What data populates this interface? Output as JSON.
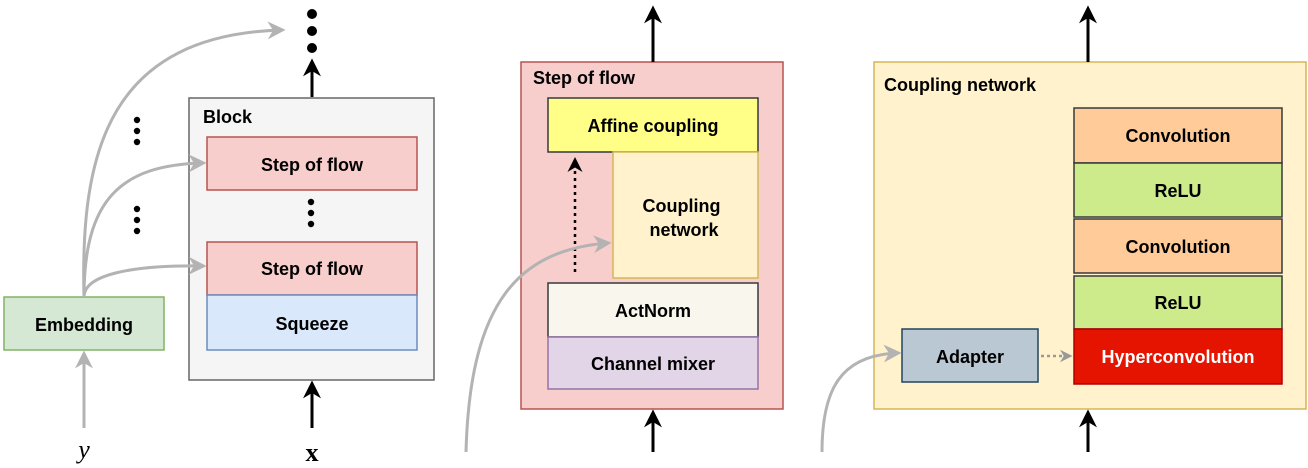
{
  "panel1": {
    "block_title": "Block",
    "step_of_flow_top": "Step of flow",
    "step_of_flow_bottom": "Step of flow",
    "squeeze": "Squeeze",
    "embedding": "Embedding",
    "input_y": "y",
    "input_x": "x"
  },
  "panel2": {
    "title": "Step of flow",
    "affine_coupling": "Affine coupling",
    "coupling_network": "Coupling network",
    "actnorm": "ActNorm",
    "channel_mixer": "Channel mixer"
  },
  "panel3": {
    "title": "Coupling network",
    "convolution_1": "Convolution",
    "relu_1": "ReLU",
    "convolution_2": "Convolution",
    "relu_2": "ReLU",
    "hyperconvolution": "Hyperconvolution",
    "adapter": "Adapter"
  },
  "colors": {
    "block_bg": "#f5f5f5",
    "step_of_flow_bg": "#f8cecc",
    "step_of_flow_border": "#b85450",
    "squeeze_bg": "#dae8fc",
    "squeeze_border": "#6c8ebf",
    "embedding_bg": "#d5e8d4",
    "embedding_border": "#82b366",
    "affine_coupling_bg": "#ffff88",
    "coupling_network_bg": "#fff2cc",
    "coupling_network_border": "#d6b656",
    "actnorm_bg": "#f9f7ed",
    "channel_mixer_bg": "#e1d5e7",
    "channel_mixer_border": "#9673a6",
    "convolution_bg": "#ffcc99",
    "relu_bg": "#cdeb8b",
    "hyperconvolution_bg": "#e51400",
    "adapter_bg": "#bac8d3",
    "adapter_border": "#23445d",
    "arrow_gray": "#b3b3b3"
  }
}
